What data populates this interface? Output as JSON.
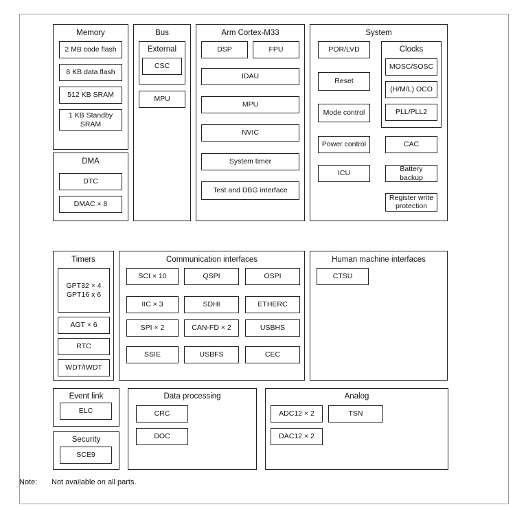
{
  "memory": {
    "title": "Memory",
    "items": [
      "2 MB code flash",
      "8 KB data flash",
      "512 KB SRAM",
      "1 KB Standby SRAM"
    ]
  },
  "dma": {
    "title": "DMA",
    "items": [
      "DTC",
      "DMAC × 8"
    ]
  },
  "bus": {
    "title": "Bus",
    "external": {
      "title": "External",
      "csc": "CSC"
    },
    "mpu": "MPU"
  },
  "cpu": {
    "title": "Arm Cortex-M33",
    "dsp": "DSP",
    "fpu": "FPU",
    "idau": "IDAU",
    "mpu": "MPU",
    "nvic": "NVIC",
    "systimer": "System timer",
    "dbg": "Test and DBG interface"
  },
  "system": {
    "title": "System",
    "por": "POR/LVD",
    "reset": "Reset",
    "mode": "Mode control",
    "power": "Power control",
    "icu": "ICU",
    "cac": "CAC",
    "battery": "Battery backup",
    "regwrite": "Register write protection",
    "clocks": {
      "title": "Clocks",
      "mosc": "MOSC/SOSC",
      "oco": "(H/M/L) OCO",
      "pll": "PLL/PLL2"
    }
  },
  "timers": {
    "title": "Timers",
    "gpt": "GPT32 × 4 GPT16 x 6",
    "agt": "AGT × 6",
    "rtc": "RTC",
    "wdt": "WDT/IWDT"
  },
  "comm": {
    "title": "Communication interfaces",
    "sci": "SCI × 10",
    "qspi": "QSPI",
    "ospi": "OSPI",
    "iic": "IIC × 3",
    "sdhi": "SDHI",
    "etherc": "ETHERC",
    "spi": "SPI × 2",
    "canfd": "CAN-FD × 2",
    "usbhs": "USBHS",
    "ssie": "SSIE",
    "usbfs": "USBFS",
    "cec": "CEC"
  },
  "hmi": {
    "title": "Human machine interfaces",
    "ctsu": "CTSU"
  },
  "event": {
    "title": "Event link",
    "elc": "ELC"
  },
  "security": {
    "title": "Security",
    "sce": "SCE9"
  },
  "dataproc": {
    "title": "Data processing",
    "crc": "CRC",
    "doc": "DOC"
  },
  "analog": {
    "title": "Analog",
    "adc": "ADC12 × 2",
    "tsn": "TSN",
    "dac": "DAC12 × 2"
  },
  "note": {
    "label": "Note:",
    "text": "Not available on all parts."
  }
}
